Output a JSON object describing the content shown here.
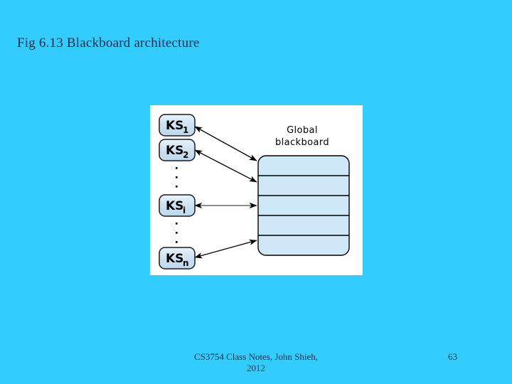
{
  "slide": {
    "title": "Fig 6.13 Blackboard architecture",
    "background_color": "#33ccff",
    "text_color": "#16284a"
  },
  "figure": {
    "panel_background": "#ffffff",
    "knowledge_sources": [
      {
        "name": "KS",
        "subscript": "1"
      },
      {
        "name": "KS",
        "subscript": "2"
      },
      {
        "name": "KS",
        "subscript": "i"
      },
      {
        "name": "KS",
        "subscript": "n"
      }
    ],
    "ellipsis_marker": ".",
    "blackboard": {
      "caption_line1": "Global",
      "caption_line2": "blackboard",
      "panel_count": 5,
      "fill_color": "#cfe8f7",
      "stroke_color": "#000000"
    },
    "connections": [
      {
        "from": "KS1",
        "to": "blackboard",
        "type": "bidirectional-arrow"
      },
      {
        "from": "KS2",
        "to": "blackboard",
        "type": "bidirectional-arrow"
      },
      {
        "from": "KSi",
        "to": "blackboard",
        "type": "bidirectional-arrow"
      },
      {
        "from": "KSn",
        "to": "blackboard",
        "type": "bidirectional-arrow"
      }
    ]
  },
  "footer": {
    "line1": "CS3754 Class Notes, John Shieh,",
    "line2": "2012",
    "page_number": "63"
  }
}
